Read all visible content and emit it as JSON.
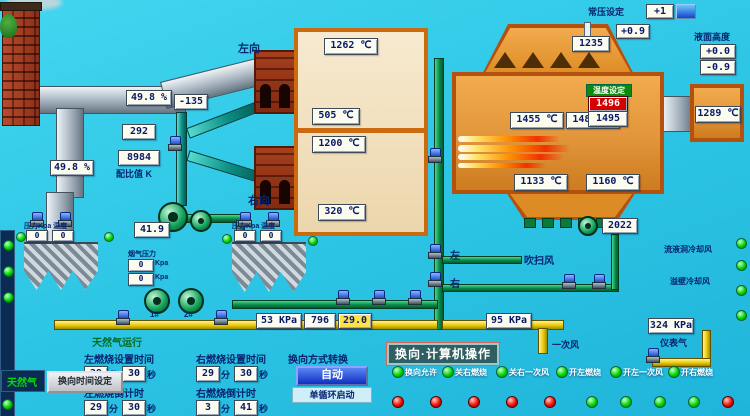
{
  "top": {
    "pressure_set_label": "常压设定",
    "pressure_set_value": "+1",
    "pressure_value": "+0.9",
    "level_label": "液面高度",
    "level_hi": "+0.0",
    "level_lo": "-0.9",
    "crown_temp": "1235"
  },
  "left_side": {
    "flow_top": "49.8 %",
    "temp_flue": "-135",
    "temp_mid": "292",
    "fan_speed": "8984",
    "ratio_label": "配比值 K",
    "flow_duct": "49.8 %",
    "mix_value": "41.9",
    "dir_top": "左向",
    "dir_bottom": "右向"
  },
  "regen": {
    "temps": [
      "1262 ℃",
      "505 ℃",
      "1200 ℃",
      "320 ℃"
    ]
  },
  "furnace": {
    "temps": [
      "1455 ℃",
      "1486 ℃",
      "1133 ℃",
      "1160 ℃"
    ],
    "sp_label": "温度设定",
    "sp": "1496",
    "pv": "1495",
    "outlet_temp": "1289 ℃",
    "aux_value": "2022"
  },
  "pipes": {
    "gas_pressure": "53 KPa",
    "gas_temp": "796",
    "gas_flow": "29.0",
    "air_pressure": "95 KPa",
    "inst_air": "324 KPa",
    "inst_air_label": "仪表气",
    "purge_label": "吹扫风",
    "primary_air_label": "一次风",
    "gas_run_label": "天然气运行",
    "valve_left": "左",
    "valve_right": "右"
  },
  "filters": {
    "header_a": "压力Kpa 温度",
    "a1": "0",
    "a2": "0",
    "header_b": "压力Kpa 温度",
    "b1": "0",
    "b2": "0",
    "flue_label": "烟气压力",
    "flue1": "0",
    "flue2": "0",
    "unit": "Kpa",
    "fan1": "1#",
    "fan2": "2#"
  },
  "controls": {
    "title": "换向·计算机操作",
    "mode_label": "换向方式转换",
    "auto_btn": "自动",
    "single_btn": "单循环启动",
    "gas_btn": "天然气",
    "time_set_btn": "换向时间设定",
    "left_set_label": "左燃烧设置时间",
    "left_set_min": "29",
    "left_set_sec": "30",
    "right_set_label": "右燃烧设置时间",
    "right_set_min": "29",
    "right_set_sec": "30",
    "left_count_label": "左燃烧倒计时",
    "left_count_min": "29",
    "left_count_sec": "30",
    "right_count_label": "右燃烧倒计时",
    "right_count_min": "3",
    "right_count_sec": "41",
    "min_unit": "分",
    "sec_unit": "秒"
  },
  "indicators": {
    "rowA": [
      "换向允许",
      "关右燃烧",
      "关右一次风",
      "开左燃烧",
      "开左一次风",
      "开右燃烧"
    ],
    "right_label1": "流液洞冷却风",
    "right_label2": "溢壁冷却风"
  }
}
